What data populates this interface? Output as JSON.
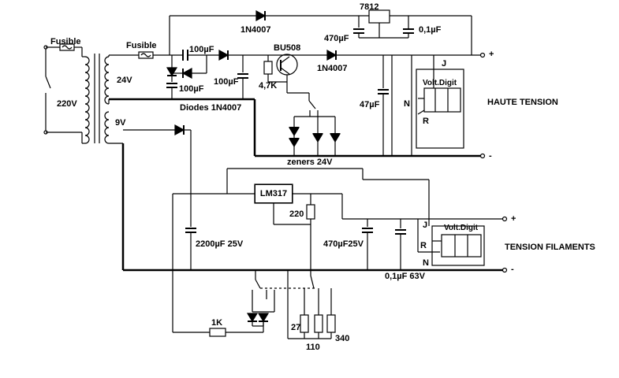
{
  "labels": {
    "fuse1": "Fusible",
    "fuse2": "Fusible",
    "mains": "220V",
    "sec_hv": "24V",
    "sec_fil": "9V",
    "diode_top": "1N4007",
    "reg_7812": "7812",
    "cap_470_top": "470µF",
    "cap_01_top": "0,1µF",
    "cap_100_a": "100µF",
    "cap_100_b": "100µF",
    "cap_100_c": "100µF",
    "diodes": "Diodes 1N4007",
    "transistor": "BU508",
    "diode_mid": "1N4007",
    "res_47k": "4,7K",
    "cap_47": "47µF",
    "zeners": "zeners 24V",
    "reg_lm317": "LM317",
    "res_220": "220",
    "cap_2200": "2200µF 25V",
    "cap_470_25": "470µF25V",
    "cap_01_63": "0,1µF 63V",
    "res_1k": "1K",
    "res_27": "27",
    "res_110": "110",
    "res_340": "340",
    "hv_title": "HAUTE TENSION",
    "fil_title": "TENSION FILAMENTS",
    "voltmeter_hv": "Volt.Digit",
    "voltmeter_fil": "Volt.Digit",
    "pin_j1": "J",
    "pin_n1": "N",
    "pin_r1": "R",
    "pin_j2": "J",
    "pin_r2": "R",
    "pin_n2": "N",
    "plus1": "+",
    "minus1": "-",
    "plus2": "+",
    "minus2": "-"
  }
}
